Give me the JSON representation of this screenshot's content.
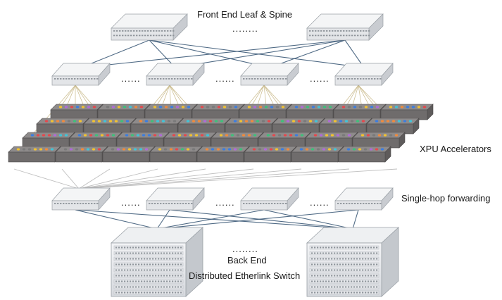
{
  "labels": {
    "front_end": "Front End Leaf & Spine",
    "front_end_ellipsis": "........",
    "leaf_ellipsis": "......",
    "xpu": "XPU Accelerators",
    "single_hop": "Single-hop forwarding",
    "back_end_ellipsis": "........",
    "back_end": "Back End",
    "distributed": "Distributed Etherlink Switch"
  },
  "colors": {
    "link": "#2f4f6e",
    "switch_top": "#f4f5f6",
    "switch_front": "#e3e5e8",
    "switch_side": "#c9ccd1",
    "tray_top": "#8e8b8b",
    "tray_front": "#6f6c6c",
    "tray_side": "#5e5b5b",
    "ports": [
      "#e5484d",
      "#3b7de0",
      "#3ec07a",
      "#f2c230",
      "#b06ad9",
      "#f08a3c",
      "#40c4d8",
      "#7a7a7a"
    ]
  },
  "icons": [
    "spine-switch",
    "leaf-switch",
    "accelerator-tray",
    "chassis-switch"
  ]
}
